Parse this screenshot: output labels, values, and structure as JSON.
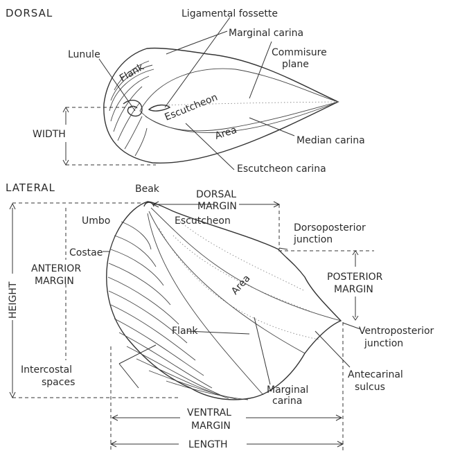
{
  "dorsal": {
    "heading": "DORSAL",
    "labels": {
      "ligamental_fossette": "Ligamental fossette",
      "marginal_carina": "Marginal carina",
      "lunule": "Lunule",
      "commisure_plane_1": "Commisure",
      "commisure_plane_2": "plane",
      "flank": "Flank",
      "escutcheon": "Escutcheon",
      "width": "WIDTH",
      "area": "Area",
      "median_carina": "Median carina",
      "escutcheon_carina": "Escutcheon carina"
    }
  },
  "lateral": {
    "heading": "LATERAL",
    "labels": {
      "beak": "Beak",
      "dorsal_margin_1": "DORSAL",
      "dorsal_margin_2": "MARGIN",
      "umbo": "Umbo",
      "escutcheon": "Escutcheon",
      "dorsoposterior_1": "Dorsoposterior",
      "dorsoposterior_2": "junction",
      "costae": "Costae",
      "anterior_margin_1": "ANTERIOR",
      "anterior_margin_2": "MARGIN",
      "area": "Area",
      "posterior_margin_1": "POSTERIOR",
      "posterior_margin_2": "MARGIN",
      "height": "HEIGHT",
      "flank": "Flank",
      "ventroposterior_1": "Ventroposterior",
      "ventroposterior_2": "junction",
      "intercostal_1": "Intercostal",
      "intercostal_2": "spaces",
      "antecarinal_1": "Antecarinal",
      "antecarinal_2": "sulcus",
      "marginal_carina_1": "Marginal",
      "marginal_carina_2": "carina",
      "ventral_margin_1": "VENTRAL",
      "ventral_margin_2": "MARGIN",
      "length": "LENGTH"
    }
  }
}
